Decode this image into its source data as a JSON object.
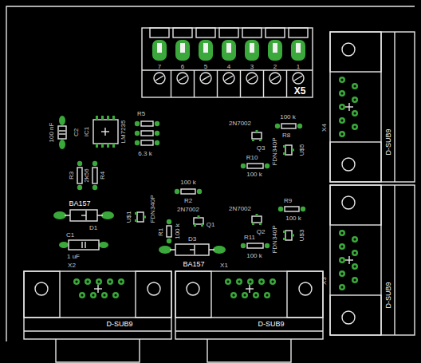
{
  "diagram": {
    "labels": [
      "7",
      "6",
      "5",
      "4",
      "3",
      "2",
      "1",
      "X5",
      "100 nF",
      "C2",
      "IC1",
      "LM7235",
      "R5",
      "6.3 k",
      "R3",
      "2k56",
      "R4",
      "BA157",
      "D1",
      "C1",
      "1 uF",
      "U$1",
      "FDN340P",
      "100 k",
      "R2",
      "2N7002",
      "Q1",
      "R1",
      "100 k",
      "D3",
      "BA157",
      "X2",
      "D-SUB9",
      "X1",
      "D-SUB9",
      "2N7002",
      "Q3",
      "100 k",
      "R8",
      "U$5",
      "FDN340P",
      "R10",
      "100 k",
      "X4",
      "D-SUB9",
      "2N7002",
      "Q2",
      "R9",
      "100 k",
      "R11",
      "100 k",
      "U$3",
      "FDN340P",
      "X3",
      "D-SUB9"
    ]
  }
}
